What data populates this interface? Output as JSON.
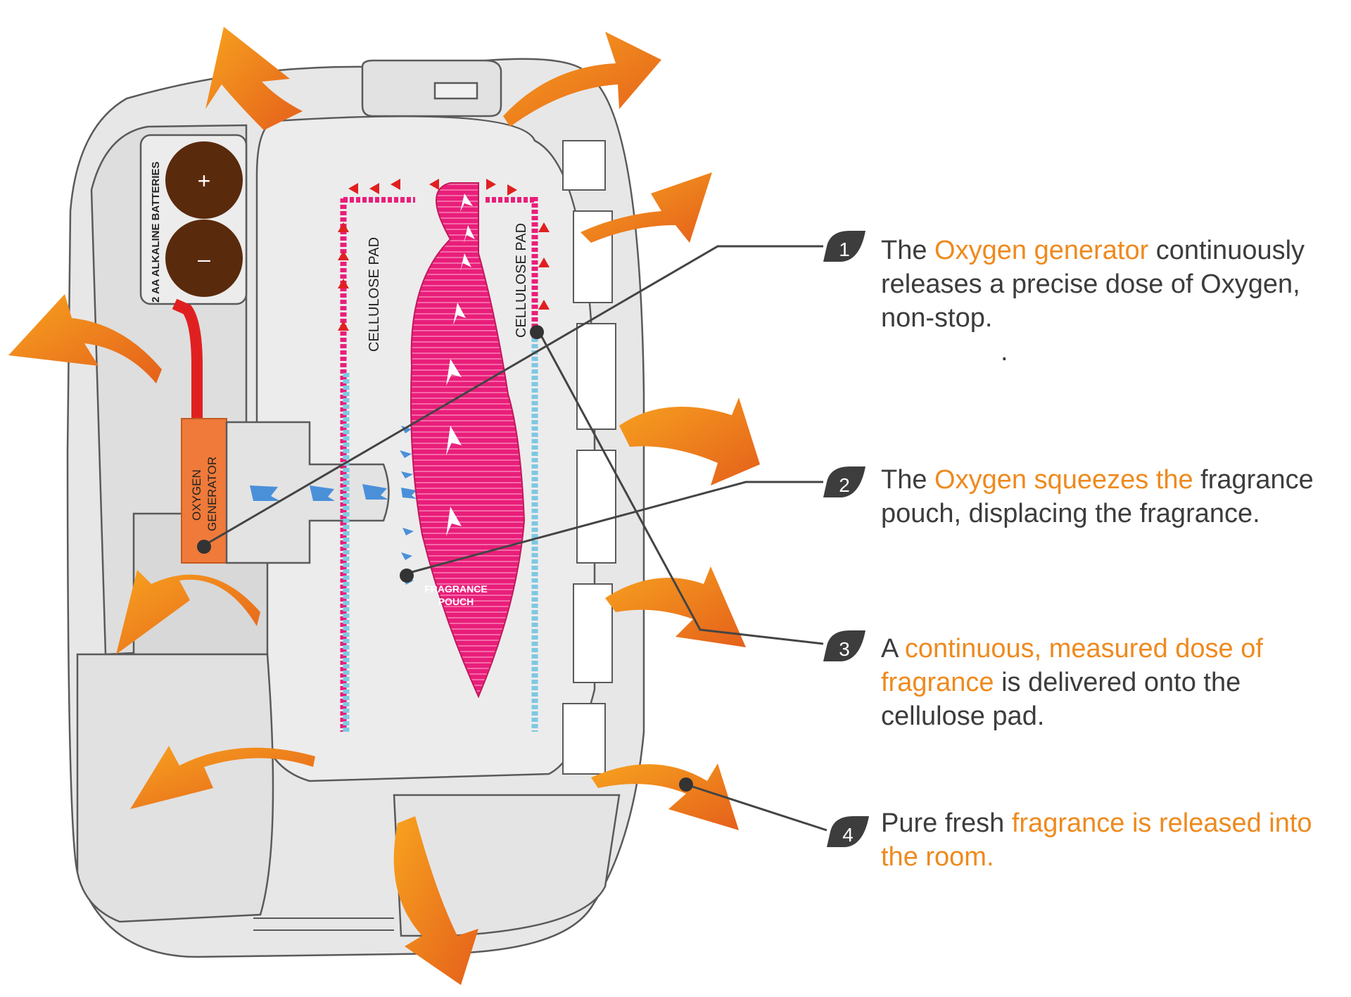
{
  "labels": {
    "batteries": "2 AA ALKALINE BATTERIES",
    "battery_plus": "+",
    "battery_minus": "–",
    "oxygen_generator_line1": "OXYGEN",
    "oxygen_generator_line2": "GENERATOR",
    "cellulose_pad_left": "CELLULOSE PAD",
    "cellulose_pad_right": "CELLULOSE PAD",
    "fragrance_pouch_line1": "FRAGRANCE",
    "fragrance_pouch_line2": "POUCH"
  },
  "steps": [
    {
      "number": "1",
      "pre": "The ",
      "highlight": "Oxygen generator",
      "post": " continuously releases a precise dose of Oxygen, non-stop.",
      "extra": "."
    },
    {
      "number": "2",
      "pre": "The ",
      "highlight": "Oxygen squeezes the",
      "post": " fragrance pouch, displacing the fragrance."
    },
    {
      "number": "3",
      "pre": "A ",
      "highlight": "continuous, measured dose of fragrance",
      "post": " is delivered onto the cellulose pad."
    },
    {
      "number": "4",
      "pre": "Pure fresh ",
      "highlight": "fragrance is released into the room.",
      "post": ""
    }
  ],
  "colors": {
    "orange_accent": "#ee8a1e",
    "arrow_orange_light": "#f39a1e",
    "arrow_orange_dark": "#e8661c",
    "housing_gray": "#e6e6e6",
    "housing_outline": "#5a5a5a",
    "pouch_pink": "#e91e7a",
    "battery_brown": "#5a2a0c",
    "generator_orange": "#ef7a3a",
    "wire_red": "#e02020",
    "oxygen_blue": "#4a90d9",
    "pad_blue": "#7ec8e3",
    "text_gray": "#3c3c3c",
    "badge_dark": "#3d3d3d"
  }
}
